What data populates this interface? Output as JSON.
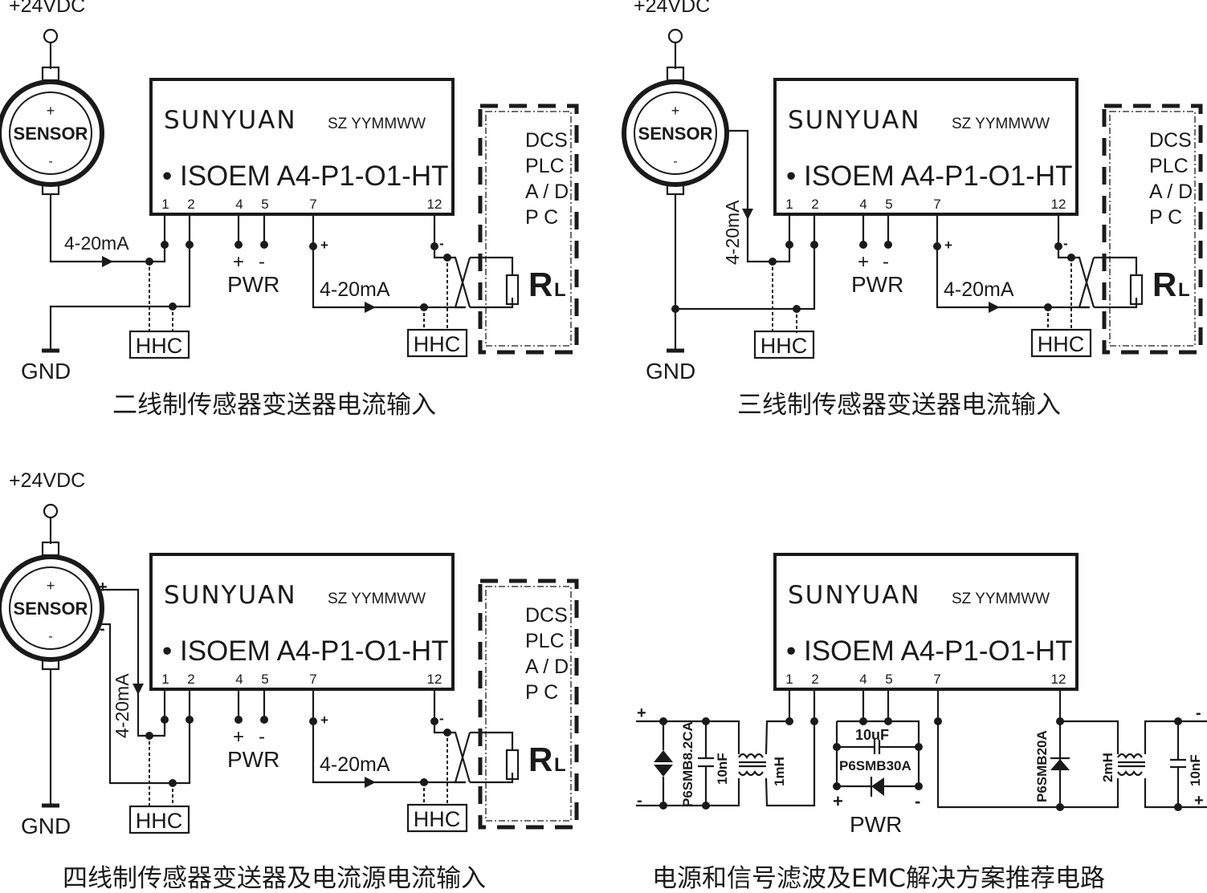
{
  "module": {
    "brand": "SUNYUAN",
    "suffix": "SZ  YYMMWW",
    "model": "• ISOEM A4-P1-O1-HT",
    "pins": [
      "1",
      "2",
      "4",
      "5",
      "7",
      "12"
    ]
  },
  "labels": {
    "vdc": "+24VDC",
    "gnd": "GND",
    "sensor": "SENSOR",
    "plus": "+",
    "minus": "-",
    "current": "4-20mA",
    "pwr": "PWR",
    "hhc": "HHC",
    "rl_main": "R",
    "rl_sub": "L",
    "dcs_lines": [
      "DCS",
      "PLC",
      "A / D",
      "P    C"
    ]
  },
  "captions": [
    "二线制传感器变送器电流输入",
    "三线制传感器变送器电流输入",
    "四线制传感器变送器及电流源电流输入",
    "电源和信号滤波及EMC解决方案推荐电路"
  ],
  "emc": {
    "tvs_in": "P6SMB8.2CA",
    "cap_in": "10nF",
    "choke_in": "1mH",
    "cap_pwr": "10uF",
    "tvs_pwr": "P6SMB30A",
    "tvs_out": "P6SMB20A",
    "choke_out": "2mH",
    "cap_out": "10nF"
  }
}
